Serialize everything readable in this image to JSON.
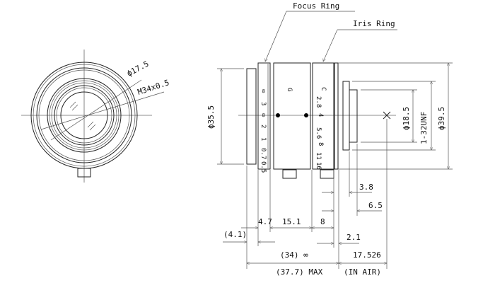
{
  "labels": {
    "focus_ring": "Focus Ring",
    "iris_ring": "Iris Ring"
  },
  "front_view": {
    "inner_diameter": "ϕ17.5",
    "thread": "M34x0.5"
  },
  "side_view": {
    "front_diameter": "ϕ35.5",
    "body_diameter": "ϕ39.5",
    "mount_diameter": "ϕ18.5",
    "mount_thread": "1-32UNF",
    "focus_scale": [
      "∞",
      "3",
      "∞",
      "2",
      "1",
      "0.7",
      "0.5"
    ],
    "iris_scale": [
      "C",
      "2.8",
      "4",
      "5.6",
      "8",
      "11",
      "16"
    ]
  },
  "dimensions": {
    "d_3_8": "3.8",
    "d_6_5": "6.5",
    "d_4_7": "4.7",
    "d_15_1": "15.1",
    "d_8": "8",
    "d_4_1": "(4.1)",
    "d_2_1": "2.1",
    "d_34": "(34) ∞",
    "d_17_526": "17.526",
    "d_37_7": "(37.7) MAX",
    "in_air": "(IN AIR)"
  }
}
